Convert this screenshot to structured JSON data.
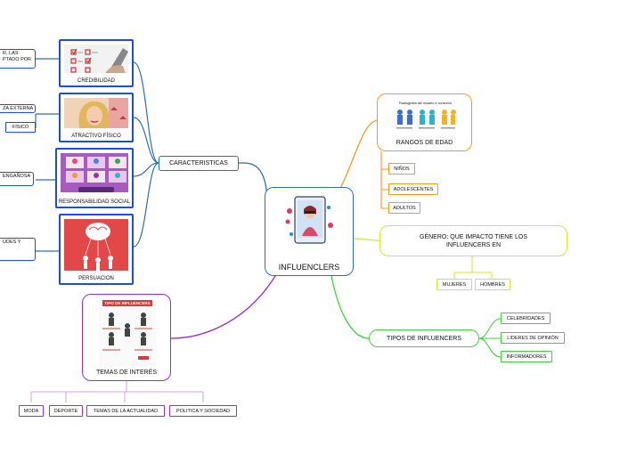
{
  "center": {
    "title": "INFLUENCLERS"
  },
  "characteristics": {
    "label": "CARACTERISTICAS",
    "cards": [
      {
        "caption": "CREDIBILIDAD",
        "fragment_lines": [
          "R, LAS",
          "PTADO POR"
        ]
      },
      {
        "caption": "ATRACTIVO FÍSICO",
        "fragment_lines": [
          "ZA EXTERNA"
        ],
        "sub": "FÍSICO"
      },
      {
        "caption": "RESPONSABILIDAD SOCIAL",
        "fragment_lines": [
          "ENGAÑOSA"
        ]
      },
      {
        "caption": "PERSUACION",
        "fragment_lines": [
          "UDES Y"
        ]
      }
    ]
  },
  "interests": {
    "label": "TEMAS DE INTERÉS",
    "poster_title": "TIPO DE INFLUENCERS",
    "items": [
      "MODA",
      "DEPORTE",
      "TEMAS DE LA ACTUALIDAD",
      "POLITICA Y SOCIEDAD"
    ]
  },
  "age": {
    "label": "RANGOS DE EDAD",
    "image_title": "Radiografía del usuario e consumo",
    "items": [
      "NIÑOS",
      "ADOLESCENTES",
      "ADULTOS"
    ]
  },
  "gender": {
    "label": "GÉNERO: QUE IMPACTO TIENE LOS INFLUENCERS EN",
    "items": [
      "MUJERES",
      "HOMBRES"
    ]
  },
  "types": {
    "label": "TIPOS DE INFLUENCERS",
    "items": [
      "CELEBRIDADES",
      "LIDERES DE OPINIÓN",
      "INFORMADORES"
    ]
  },
  "colors": {
    "blue": "#1a4fd6",
    "purple": "#9b30c9",
    "orange": "#f39a1e",
    "yellow": "#d8e62a",
    "green": "#3fd23a",
    "center_border": "#2f6fa8"
  }
}
